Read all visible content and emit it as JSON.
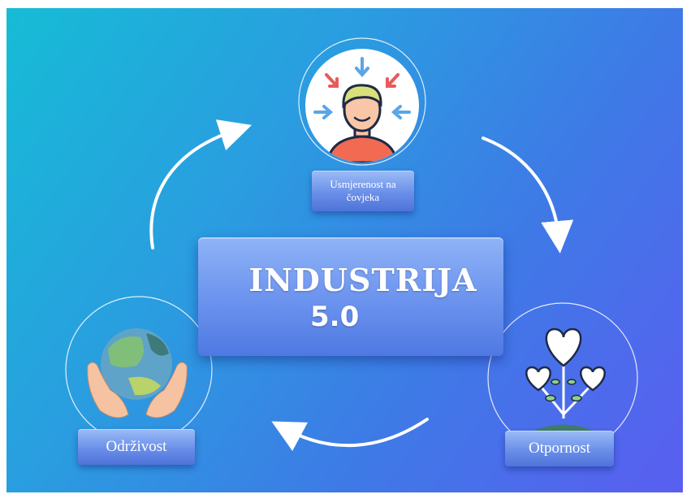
{
  "diagram": {
    "center": {
      "title": "INDUSTRIJA",
      "subtitle": "5.0"
    },
    "nodes": [
      {
        "id": "top",
        "label": "Usmjerenost na čovjeka",
        "icon": "person-focus-icon"
      },
      {
        "id": "right",
        "label": "Otpornost",
        "icon": "hearts-plant-icon"
      },
      {
        "id": "left",
        "label": "Održivost",
        "icon": "hands-globe-icon"
      }
    ],
    "colors": {
      "background_start": "#16bcd6",
      "background_end": "#5a5ef0",
      "box": "#6a92ee",
      "text": "#ffffff"
    }
  }
}
